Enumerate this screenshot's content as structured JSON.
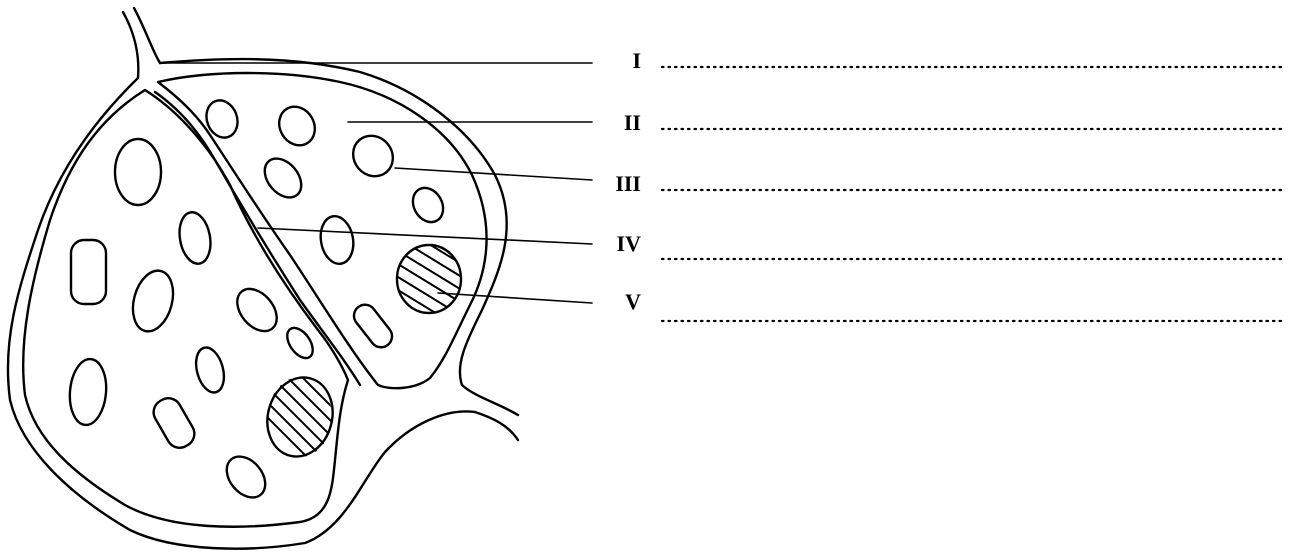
{
  "labels": [
    {
      "roman": "I"
    },
    {
      "roman": "II"
    },
    {
      "roman": "III"
    },
    {
      "roman": "IV"
    },
    {
      "roman": "V"
    }
  ],
  "colors": {
    "stroke": "#000000",
    "background": "#ffffff"
  }
}
